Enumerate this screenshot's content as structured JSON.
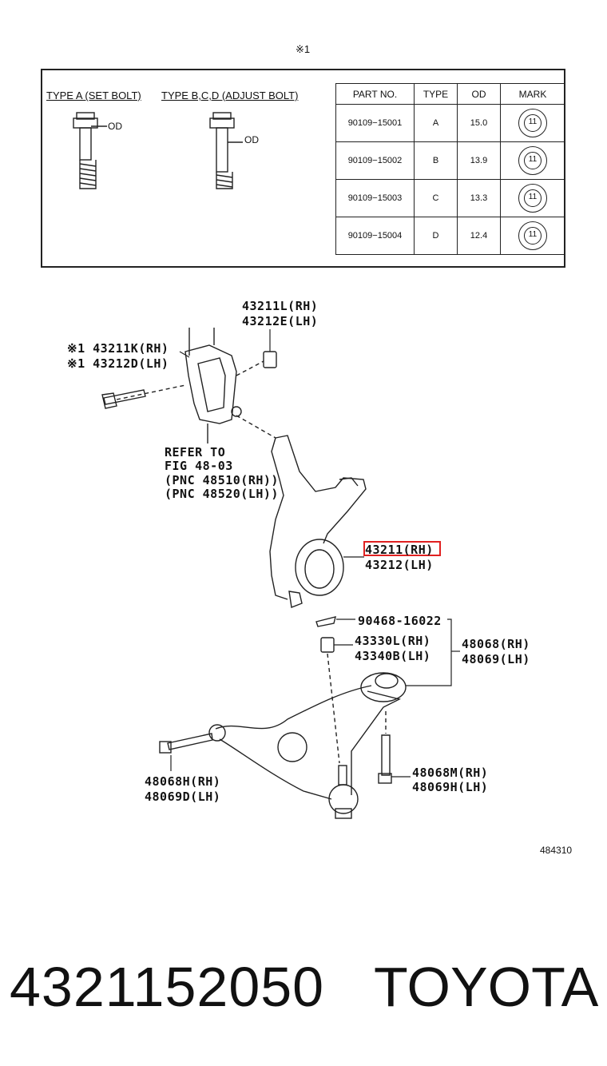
{
  "header_note": "※1",
  "spec": {
    "type_a_label": "TYPE A (SET BOLT)",
    "type_bcd_label": "TYPE B,C,D (ADJUST BOLT)",
    "od_label": "OD",
    "table_headers": [
      "PART NO.",
      "TYPE",
      "OD",
      "MARK"
    ],
    "rows": [
      {
        "part_no": "90109−15001",
        "type": "A",
        "od": "15.0",
        "mark": "11"
      },
      {
        "part_no": "90109−15002",
        "type": "B",
        "od": "13.9",
        "mark": "11"
      },
      {
        "part_no": "90109−15003",
        "type": "C",
        "od": "13.3",
        "mark": "11"
      },
      {
        "part_no": "90109−15004",
        "type": "D",
        "od": "12.4",
        "mark": "11"
      }
    ]
  },
  "callouts": {
    "c1_line1": "43211L(RH)",
    "c1_line2": "43212E(LH)",
    "c2_line1": "※1 43211K(RH)",
    "c2_line2": "※1 43212D(LH)",
    "refer_line1": "REFER TO",
    "refer_line2": "FIG 48-03",
    "refer_line3": "(PNC 48510(RH))",
    "refer_line4": "(PNC 48520(LH))",
    "knuckle_rh": "43211(RH)",
    "knuckle_lh": "43212(LH)",
    "pin": "90468-16022",
    "nut_rh": "43330L(RH)",
    "nut_lh": "43340B(LH)",
    "arm_rh": "48068(RH)",
    "arm_lh": "48069(LH)",
    "bolt_front_rh": "48068H(RH)",
    "bolt_front_lh": "48069D(LH)",
    "bolt_rear_rh": "48068M(RH)",
    "bolt_rear_lh": "48069H(LH)"
  },
  "figure_number": "484310",
  "part_number": "4321152050",
  "brand": "TOYOTA",
  "highlight_color": "#e02020"
}
